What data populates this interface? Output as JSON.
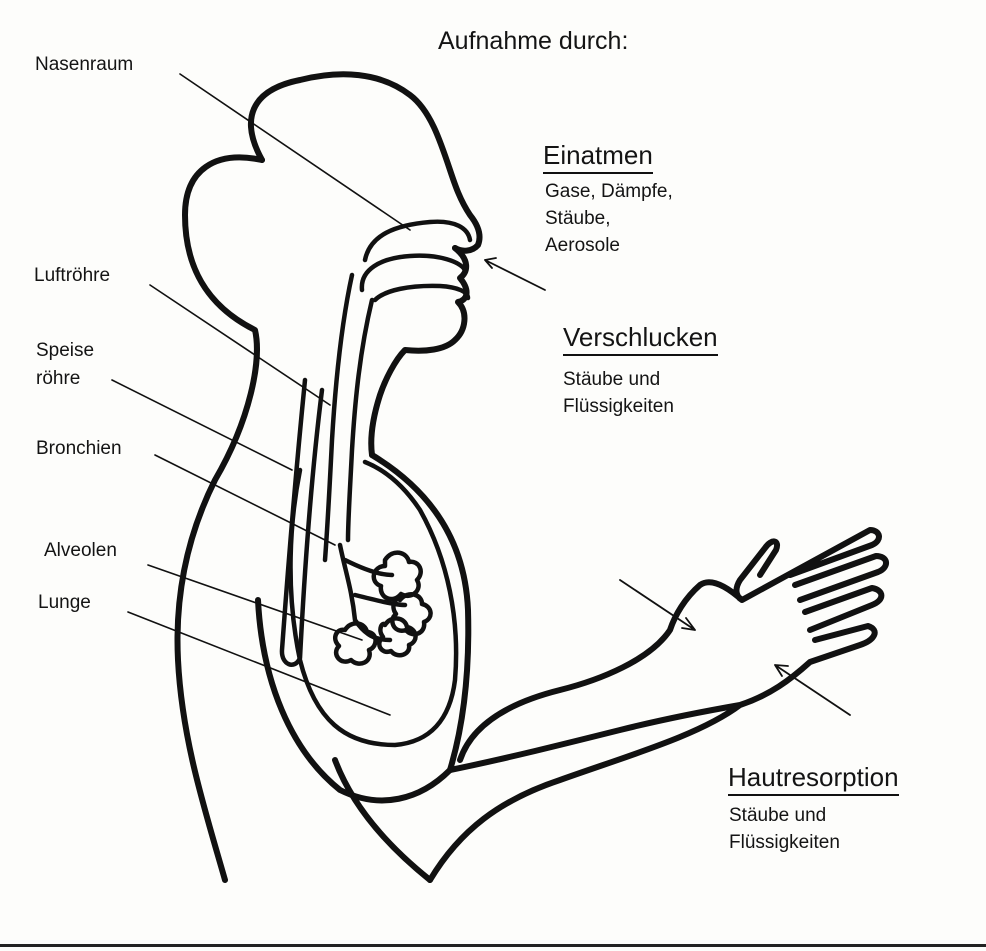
{
  "title": "Aufnahme durch:",
  "structure_labels": {
    "nasenraum": "Nasenraum",
    "luftroehre": "Luftröhre",
    "speiseroehre_1": "Speise",
    "speiseroehre_2": "röhre",
    "bronchien": "Bronchien",
    "alveolen": "Alveolen",
    "lunge": "Lunge"
  },
  "routes": {
    "einatmen": {
      "heading": "Einatmen",
      "lines": [
        "Gase, Dämpfe,",
        "Stäube,",
        "Aerosole"
      ]
    },
    "verschlucken": {
      "heading": "Verschlucken",
      "lines": [
        "Stäube und",
        "Flüssigkeiten"
      ]
    },
    "hautresorption": {
      "heading": "Hautresorption",
      "lines": [
        "Stäube und",
        "Flüssigkeiten"
      ]
    }
  }
}
